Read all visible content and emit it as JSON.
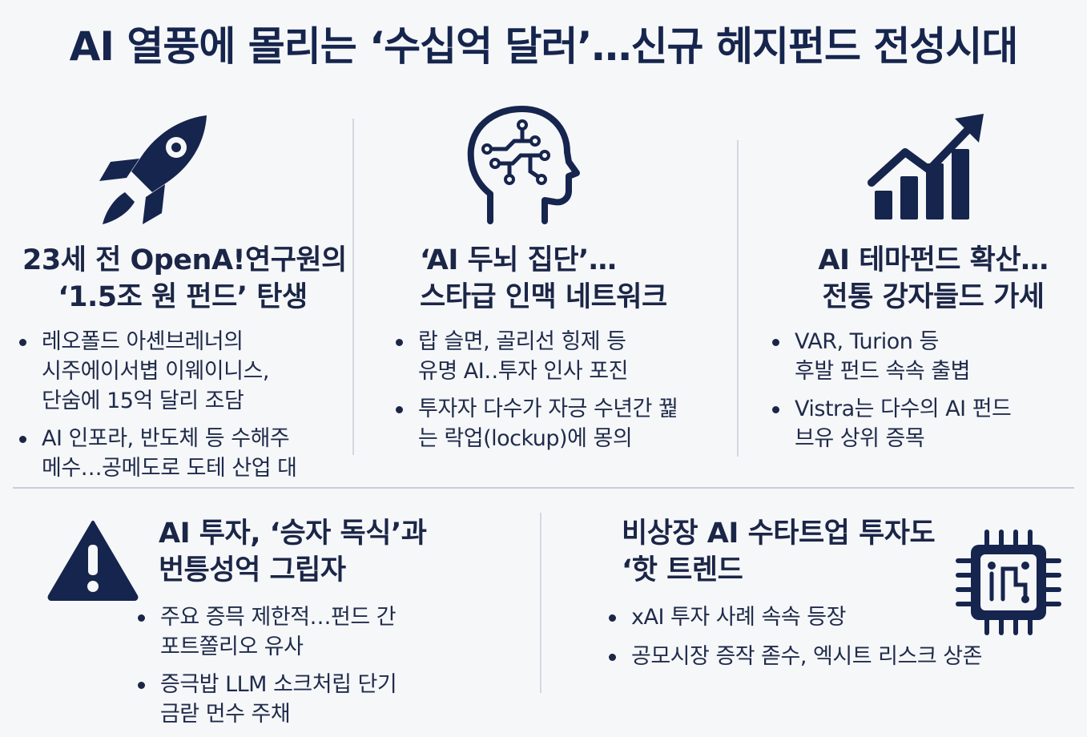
{
  "title": "AI 열풍에 몰리는 ‘수십억 달러’…신규 헤지펀드 전성시대",
  "colors": {
    "navy": "#16254d",
    "background": "#f6f7f9",
    "divider": "#c9cdd6"
  },
  "icons": {
    "rocket": "rocket-icon",
    "brain": "brain-circuit-icon",
    "growth": "growth-chart-icon",
    "warning": "warning-icon",
    "chip": "ai-chip-icon"
  },
  "sections": [
    {
      "heading": [
        "23세 전 OpenA!연구원의",
        "‘1.5조 원 펀드’ 탄생"
      ],
      "bullets": [
        [
          "레오폴드 아셴브레너의",
          "시주에이서볍 이웨이니스,",
          "단숨에 15억 달리 조담"
        ],
        [
          "AI 인포라, 반도체 등 수해주",
          "메수…공메도로 도테 산업 대"
        ]
      ]
    },
    {
      "heading": [
        "‘AI 두뇌 집단’…",
        "스타급 인맥 네트워크"
      ],
      "bullets": [
        [
          "랍 슬면, 골리선 힝제 등",
          "유명 AI‥투자 인사 포진"
        ],
        [
          "투자자 다수가 자긍 수년간 꿡",
          "는 락업(lockup)에 몽의"
        ]
      ]
    },
    {
      "heading": [
        "AI 테마펀드 확산…",
        "전통 강자들드 가세"
      ],
      "bullets": [
        [
          "VAR, Turion 등",
          "후발 펀드 속속  출볍"
        ],
        [
          "Vistra는 다수의 AI 펀드",
          "브유 상위 증목"
        ]
      ]
    },
    {
      "heading": [
        "AI 투자, ‘승자 독식’과",
        "번틍성억 그립자"
      ],
      "bullets": [
        [
          "주요 증믁 제한적…펀드 간",
          "포트쫄리오 유사"
        ],
        [
          "증극밥 LLM 소크처립 단기",
          "금랃 먼수 주채"
        ]
      ]
    },
    {
      "heading": [
        "비상장 AI 수타트업 투자도",
        "‘핫 트렌드"
      ],
      "bullets": [
        [
          "xAI 투자 사례 속속 등장"
        ],
        [
          "공모시장 증작 졷수, 엑시트 리스크 상존"
        ]
      ]
    }
  ]
}
